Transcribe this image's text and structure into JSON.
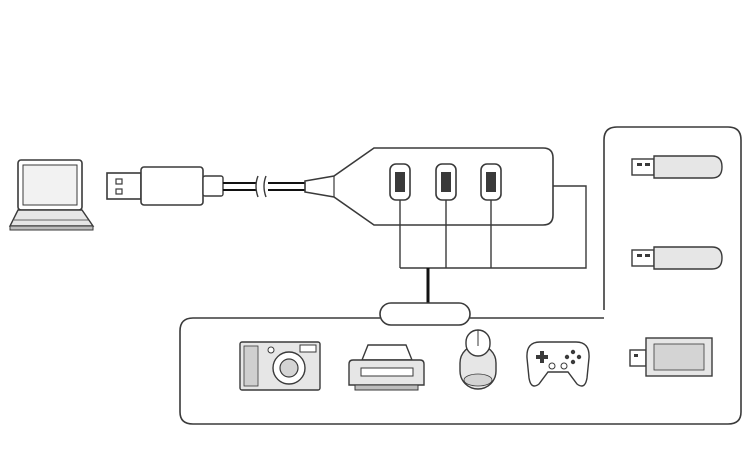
{
  "diagram": {
    "colors": {
      "background": "#ffffff",
      "line": "#3a3a3a",
      "fill_light": "#e6e6e6",
      "fill_mid": "#bdbdbd",
      "cable": "#111111"
    },
    "nodes": [
      {
        "id": "laptop",
        "icon": "laptop-icon"
      },
      {
        "id": "usb-plug",
        "icon": "usb-plug-icon"
      },
      {
        "id": "usb-hub",
        "icon": "usb-hub-icon",
        "ports": 3
      },
      {
        "id": "junction",
        "icon": "junction-icon"
      }
    ],
    "peripherals_right": [
      {
        "icon": "usb-flash-drive-icon"
      },
      {
        "icon": "usb-flash-drive-icon"
      },
      {
        "icon": "card-reader-icon"
      }
    ],
    "peripherals_bottom": [
      {
        "icon": "camera-icon"
      },
      {
        "icon": "printer-icon"
      },
      {
        "icon": "mouse-icon"
      },
      {
        "icon": "gamepad-icon"
      }
    ]
  }
}
